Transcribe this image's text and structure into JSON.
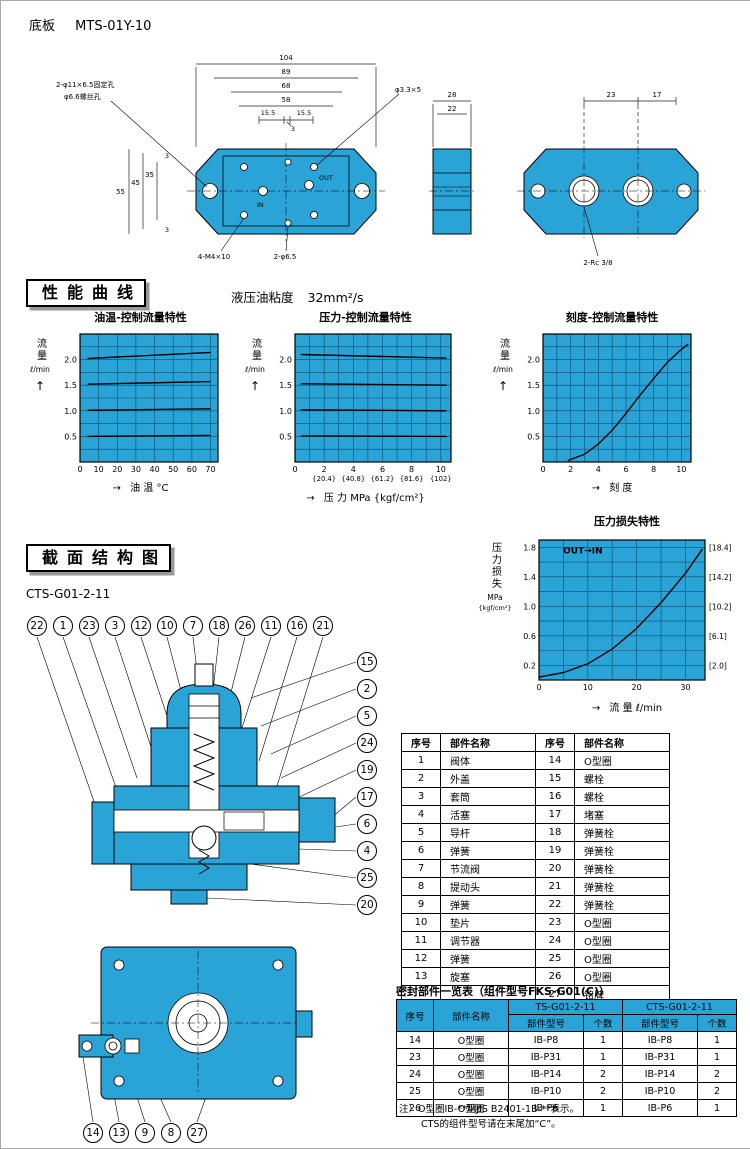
{
  "page": {
    "title_label": "底板",
    "title_model": "MTS-01Y-10"
  },
  "colors": {
    "plot_blue": "#2aa3d6",
    "drawing_blue": "#2aa3d6",
    "grid_line": "#00314d",
    "line": "#000000"
  },
  "glyphs": {
    "up_arrow": "↑",
    "right_arrow": "→"
  },
  "top_drawing": {
    "front": {
      "dim_104": "104",
      "dim_89": "89",
      "dim_68": "68",
      "dim_58": "58",
      "dim_155a": "15.5",
      "dim_3c": "3",
      "dim_155b": "15.5",
      "dim_55": "55",
      "dim_45": "45",
      "dim_35": "35",
      "dim_3a": "3",
      "dim_3b": "3",
      "leader_fix_holes": "2-φ11×6.5固定孔",
      "leader_screw_holes": "φ6.6螺丝孔",
      "leader_phi33": "φ3.3×5",
      "leader_m4": "4-M4×10",
      "leader_phi65": "2-φ6.5",
      "port_in": "IN",
      "port_out": "OUT"
    },
    "side": {
      "dim_28": "28",
      "dim_22": "22"
    },
    "back": {
      "dim_23": "23",
      "dim_17": "17",
      "leader_rc": "2-Rc 3/8"
    }
  },
  "performance": {
    "header": "性能曲线",
    "viscosity_label": "液压油粘度",
    "viscosity_value": "32mm²/s"
  },
  "chart_data": [
    {
      "type": "line",
      "title": "油温-控制流量特性",
      "xlabel": "油 温  °C",
      "ylabel": "流量",
      "yunit": "ℓ/min",
      "xlim": [
        0,
        74
      ],
      "ylim": [
        0,
        2.5
      ],
      "x_ticks": [
        {
          "v": 0,
          "t": "0"
        },
        {
          "v": 10,
          "t": "10"
        },
        {
          "v": 20,
          "t": "20"
        },
        {
          "v": 30,
          "t": "30"
        },
        {
          "v": 40,
          "t": "40"
        },
        {
          "v": 50,
          "t": "50"
        },
        {
          "v": 60,
          "t": "60"
        },
        {
          "v": 70,
          "t": "70"
        }
      ],
      "y_ticks": [
        {
          "v": 0.5,
          "t": "0.5"
        },
        {
          "v": 1,
          "t": "1.0"
        },
        {
          "v": 1.5,
          "t": "1.5"
        },
        {
          "v": 2,
          "t": "2.0"
        }
      ],
      "x_grid": [
        10,
        20,
        30,
        40,
        50,
        60,
        70
      ],
      "y_grid": [
        0.25,
        0.5,
        0.75,
        1,
        1.25,
        1.5,
        1.75,
        2,
        2.25
      ],
      "series": [
        {
          "x": [
            4,
            20,
            70
          ],
          "y": [
            2.02,
            2.05,
            2.14
          ]
        },
        {
          "x": [
            4,
            70
          ],
          "y": [
            1.52,
            1.57
          ]
        },
        {
          "x": [
            4,
            70
          ],
          "y": [
            1.01,
            1.04
          ]
        },
        {
          "x": [
            4,
            70
          ],
          "y": [
            0.5,
            0.52
          ]
        }
      ]
    },
    {
      "type": "line",
      "title": "压力-控制流量特性",
      "xlabel": "压 力  MPa {kgf/cm²}",
      "ylabel": "流量",
      "yunit": "ℓ/min",
      "xlim": [
        0,
        10.7
      ],
      "ylim": [
        0,
        2.5
      ],
      "x_ticks": [
        {
          "v": 0,
          "t": "0"
        },
        {
          "v": 2,
          "t": "2"
        },
        {
          "v": 4,
          "t": "4"
        },
        {
          "v": 6,
          "t": "6"
        },
        {
          "v": 8,
          "t": "8"
        },
        {
          "v": 10,
          "t": "10"
        }
      ],
      "x_sub": [
        {
          "v": 2,
          "t": "{20.4}"
        },
        {
          "v": 4,
          "t": "{40.8}"
        },
        {
          "v": 6,
          "t": "{61.2}"
        },
        {
          "v": 8,
          "t": "{81.6}"
        },
        {
          "v": 10,
          "t": "{102}"
        }
      ],
      "y_ticks": [
        {
          "v": 0.5,
          "t": "0.5"
        },
        {
          "v": 1,
          "t": "1.0"
        },
        {
          "v": 1.5,
          "t": "1.5"
        },
        {
          "v": 2,
          "t": "2.0"
        }
      ],
      "x_grid": [
        1,
        2,
        3,
        4,
        5,
        6,
        7,
        8,
        9,
        10
      ],
      "y_grid": [
        0.25,
        0.5,
        0.75,
        1,
        1.25,
        1.5,
        1.75,
        2,
        2.25
      ],
      "series": [
        {
          "x": [
            0.4,
            10.4
          ],
          "y": [
            2.1,
            2.03
          ]
        },
        {
          "x": [
            0.4,
            10.4
          ],
          "y": [
            1.53,
            1.5
          ]
        },
        {
          "x": [
            0.4,
            10.4
          ],
          "y": [
            1.02,
            1.0
          ]
        },
        {
          "x": [
            0.4,
            10.4
          ],
          "y": [
            0.51,
            0.5
          ]
        }
      ]
    },
    {
      "type": "line",
      "title": "刻度-控制流量特性",
      "xlabel": "刻 度",
      "ylabel": "流量",
      "yunit": "ℓ/min",
      "xlim": [
        0,
        10.7
      ],
      "ylim": [
        0,
        2.5
      ],
      "x_ticks": [
        {
          "v": 0,
          "t": "0"
        },
        {
          "v": 2,
          "t": "2"
        },
        {
          "v": 4,
          "t": "4"
        },
        {
          "v": 6,
          "t": "6"
        },
        {
          "v": 8,
          "t": "8"
        },
        {
          "v": 10,
          "t": "10"
        }
      ],
      "y_ticks": [
        {
          "v": 0.5,
          "t": "0.5"
        },
        {
          "v": 1,
          "t": "1.0"
        },
        {
          "v": 1.5,
          "t": "1.5"
        },
        {
          "v": 2,
          "t": "2.0"
        }
      ],
      "x_grid": [
        1,
        2,
        3,
        4,
        5,
        6,
        7,
        8,
        9,
        10
      ],
      "y_grid": [
        0.25,
        0.5,
        0.75,
        1,
        1.25,
        1.5,
        1.75,
        2,
        2.25
      ],
      "series": [
        {
          "x": [
            1.8,
            3,
            4,
            5,
            6,
            7,
            8,
            9,
            10,
            10.5
          ],
          "y": [
            0.03,
            0.15,
            0.35,
            0.62,
            0.95,
            1.3,
            1.63,
            1.95,
            2.2,
            2.3
          ]
        }
      ]
    },
    {
      "type": "line",
      "title": "压力损失特性",
      "xlabel": "流 量  ℓ/min",
      "ylabel": "压力损失",
      "yunit": "MPa",
      "yunit2": "{kgf/cm²}",
      "annotation": {
        "t": "OUT→IN",
        "x": 9,
        "y": 1.72
      },
      "xlim": [
        0,
        34
      ],
      "ylim": [
        0,
        1.9
      ],
      "x_ticks": [
        {
          "v": 0,
          "t": "0"
        },
        {
          "v": 10,
          "t": "10"
        },
        {
          "v": 20,
          "t": "20"
        },
        {
          "v": 30,
          "t": "30"
        }
      ],
      "y_ticks": [
        {
          "v": 0.2,
          "t": "0.2"
        },
        {
          "v": 0.6,
          "t": "0.6"
        },
        {
          "v": 1,
          "t": "1.0"
        },
        {
          "v": 1.4,
          "t": "1.4"
        },
        {
          "v": 1.8,
          "t": "1.8"
        }
      ],
      "y_right": [
        {
          "v": 0.2,
          "t": "[2.0]"
        },
        {
          "v": 0.6,
          "t": "[6.1]"
        },
        {
          "v": 1,
          "t": "[10.2]"
        },
        {
          "v": 1.4,
          "t": "[14.2]"
        },
        {
          "v": 1.8,
          "t": "[18.4]"
        }
      ],
      "x_grid": [
        5,
        10,
        15,
        20,
        25,
        30
      ],
      "y_grid": [
        0.2,
        0.4,
        0.6,
        0.8,
        1,
        1.2,
        1.4,
        1.6,
        1.8
      ],
      "series": [
        {
          "x": [
            0,
            5,
            10,
            15,
            20,
            25,
            30,
            33.5
          ],
          "y": [
            0.04,
            0.1,
            0.22,
            0.42,
            0.7,
            1.05,
            1.45,
            1.78
          ]
        }
      ]
    }
  ],
  "section": {
    "header": "截面结构图",
    "model": "CTS-G01-2-11",
    "callouts_top": [
      "22",
      "1",
      "23",
      "3",
      "12",
      "10",
      "7",
      "18",
      "26",
      "11",
      "16",
      "21"
    ],
    "callouts_right": [
      "15",
      "2",
      "5",
      "24",
      "19",
      "17",
      "6",
      "4",
      "25",
      "20"
    ],
    "callouts_bottom": [
      "14",
      "13",
      "9",
      "8",
      "27"
    ]
  },
  "parts_table": {
    "headers": [
      "序号",
      "部件名称",
      "序号",
      "部件名称"
    ],
    "rows": [
      [
        "1",
        "阀体",
        "14",
        "O型圈"
      ],
      [
        "2",
        "外盖",
        "15",
        "螺栓"
      ],
      [
        "3",
        "套筒",
        "16",
        "螺栓"
      ],
      [
        "4",
        "活塞",
        "17",
        "堵塞"
      ],
      [
        "5",
        "导杆",
        "18",
        "弹簧栓"
      ],
      [
        "6",
        "弹簧",
        "19",
        "弹簧栓"
      ],
      [
        "7",
        "节流阀",
        "20",
        "弹簧栓"
      ],
      [
        "8",
        "提动头",
        "21",
        "弹簧栓"
      ],
      [
        "9",
        "弹簧",
        "22",
        "弹簧栓"
      ],
      [
        "10",
        "垫片",
        "23",
        "O型圈"
      ],
      [
        "11",
        "调节器",
        "24",
        "O型圈"
      ],
      [
        "12",
        "弹簧",
        "25",
        "O型圈"
      ],
      [
        "13",
        "旋塞",
        "26",
        "O型圈"
      ],
      [
        "",
        "",
        "27",
        "铭牌"
      ]
    ]
  },
  "seal_table": {
    "title": "密封部件一览表（组件型号FKS-G01(C)）",
    "col_no": "序号",
    "col_name": "部件名称",
    "group1": "TS-G01-2-11",
    "group2": "CTS-G01-2-11",
    "sub_model": "部件型号",
    "sub_qty": "个数",
    "rows": [
      [
        "14",
        "O型圈",
        "IB-P8",
        "1",
        "IB-P8",
        "1"
      ],
      [
        "23",
        "O型圈",
        "IB-P31",
        "1",
        "IB-P31",
        "1"
      ],
      [
        "24",
        "O型圈",
        "IB-P14",
        "2",
        "IB-P14",
        "2"
      ],
      [
        "25",
        "O型圈",
        "IB-P10",
        "2",
        "IB-P10",
        "2"
      ],
      [
        "26",
        "O型圈",
        "IB-P6",
        "1",
        "IB-P6",
        "1"
      ]
    ],
    "note1": "注）O型圈IB-**用JIS B2401-1B-**表示。",
    "note2": "CTS的组件型号请在末尾加“C”。"
  }
}
